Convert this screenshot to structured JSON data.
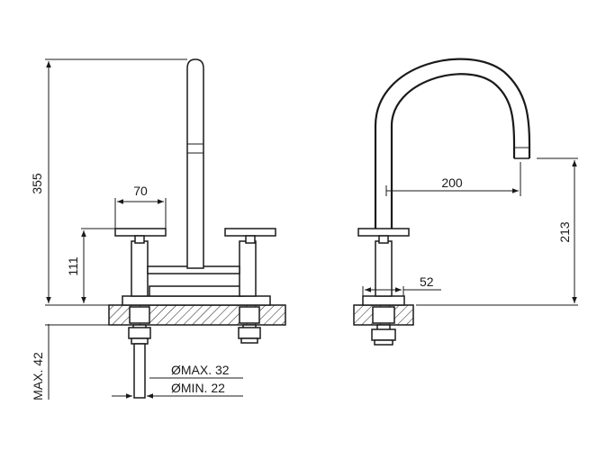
{
  "dimensions": {
    "total_height": "355",
    "handle_height": "111",
    "handle_width": "70",
    "spout_reach": "200",
    "spout_height": "213",
    "base_diameter": "52",
    "max_deck": "MAX. 42",
    "hole_max": "ØMAX. 32",
    "hole_min": "ØMIN. 22"
  },
  "colors": {
    "line": "#1a1a1a",
    "background": "#ffffff"
  }
}
